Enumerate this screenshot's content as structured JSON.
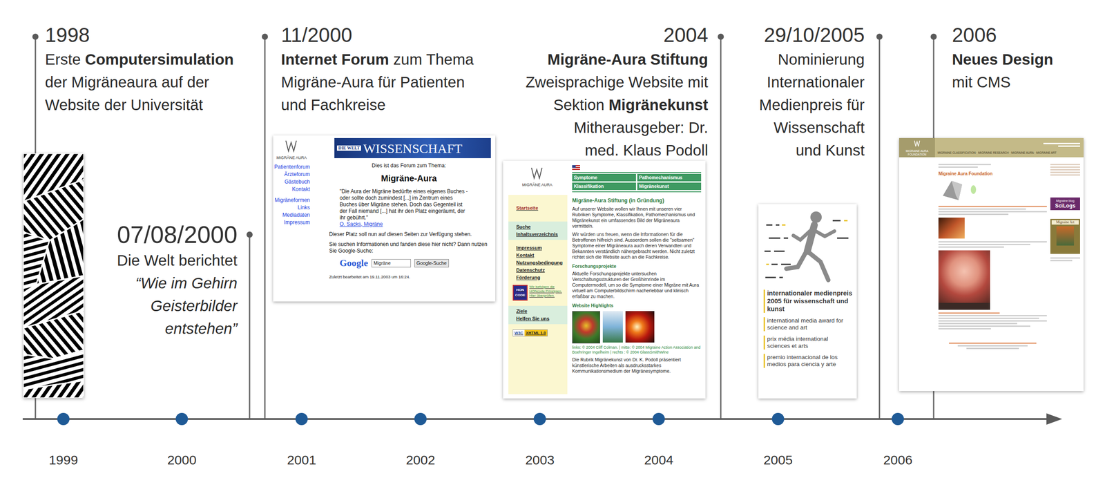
{
  "diagram": {
    "labels": [
      "1998",
      "Erste",
      "Computersimulation",
      "der Migräneaura auf der Website der Universität",
      "07/08/2000",
      "Die Welt berichtet",
      "“Wie im Gehirn Geisterbilder entstehen”",
      "11/2000",
      "Internet Forum",
      "zum Thema Migräne-Aura für Patienten und Fachkreise",
      "2004",
      "Migräne-Aura Stiftung",
      "Zweisprachige Website mit Sektion",
      "Migränekunst",
      "Mitherausgeber: Dr. med. Klaus Podoll",
      "29/10/2005",
      "Nominierung Internationaler Medienpreis für Wissenschaft und Kunst",
      "2006",
      "Neues Design",
      "mit CMS",
      "1999",
      "2000",
      "2001",
      "2002",
      "2003",
      "2004",
      "2005",
      "2006",
      "MIGRÄNE AURA",
      "DIE WELT",
      "WISSENSCHAFT",
      "Patientenforum",
      "Ärzteforum",
      "Gästebuch",
      "Kontakt",
      "Migräneformen",
      "Links",
      "Mediadaten",
      "Impressum",
      "Dies ist das Forum zum Thema:",
      "Migräne-Aura",
      "\"Die Aura der Migräne bedürfte eines eigenes Buches - oder sollte doch zumindest [...] im Zentrum eines Buches über Migräne stehen. Doch das Gegenteil ist der Fall niemand [...] hat ihr den Platz eingeräumt, der ihr gebührt.\"",
      "O. Sacks, Migräne",
      "Dieser Platz soll nun auf diesen Seiten zur Verfügung stehen.",
      "Sie suchen Informationen und fanden diese hier nicht? Dann nutzen Sie Google-Suche:",
      "Google",
      "Migräne",
      "Google-Suche",
      "Zuletzt bearbeitet am 19.11.2003 um 16:24.",
      "MIGRÄNE AURA",
      "Symptome",
      "Pathomechanismus",
      "Klassifikation",
      "Migränekunst",
      "Startseite",
      "Suche",
      "Inhaltsverzeichnis",
      "Impressum",
      "Kontakt",
      "Nutzungsbedingung",
      "Datenschutz",
      "Förderung",
      "HON",
      "CODE",
      "Wir befolgen die HONcode Prinzipien. Hier überprüfen.",
      "Ziele",
      "Helfen Sie uns",
      "W3C",
      "XHTML 1.0",
      "Migräne-Aura Stiftung (in Gründung)",
      "Auf unserer Website wollen wir Ihnen mit unseren vier Rubriken Symptome, Klassifikation, Pathomechanismus und Migränekunst ein umfassendes Bild der Migräneaura vermitteln.",
      "Wir würden uns freuen, wenn die Informationen für die Betroffenen hilfreich sind. Ausserdem sollen die \"seltsamen\" Symptome einer Migräneaura auch deren Verwandten und Bekannten verständlich nähergebracht werden. Nicht zuletzt richtet sich die Website auch an die Fachkreise.",
      "Forschungsprojekte",
      "Aktuelle Forschungsprojekte untersuchen Verschaltungsstrukturen der Großhirnrinde im Computermodell, um so die Symptome einer Migräne mit Aura virtuell am Computerbildschirm nacherlebbar und klinisch erfaßbar zu machen.",
      "Website Highlights",
      "links: © 2004 Cliff Colman. | mitte: © 2004 Migraine Action Association and Boehringer Ingelheim | rechts : © 2004 GlassSmithWine",
      "Die Rubrik Migränekunst von Dr. K. Podoll präsentiert künstlerische Arbeiten als ausdrucksstarkes Kommunikationsmedium der Migränesymptome.",
      "internationaler medienpreis 2005 für wissenschaft und kunst",
      "international media award for science and art",
      "prix média international sciences et arts",
      "premio internacional de los medios para ciencia y arte",
      "MIGRAINE AURA FOUNDATION",
      "MIGRAINE CLASSIFICATION · MIGRAINE RESEARCH · MIGRAINE AURA · MIGRAINE ART",
      "Migraine Aura Foundation",
      "Migraine blog",
      "SciLogs",
      "Migraine Art"
    ]
  }
}
